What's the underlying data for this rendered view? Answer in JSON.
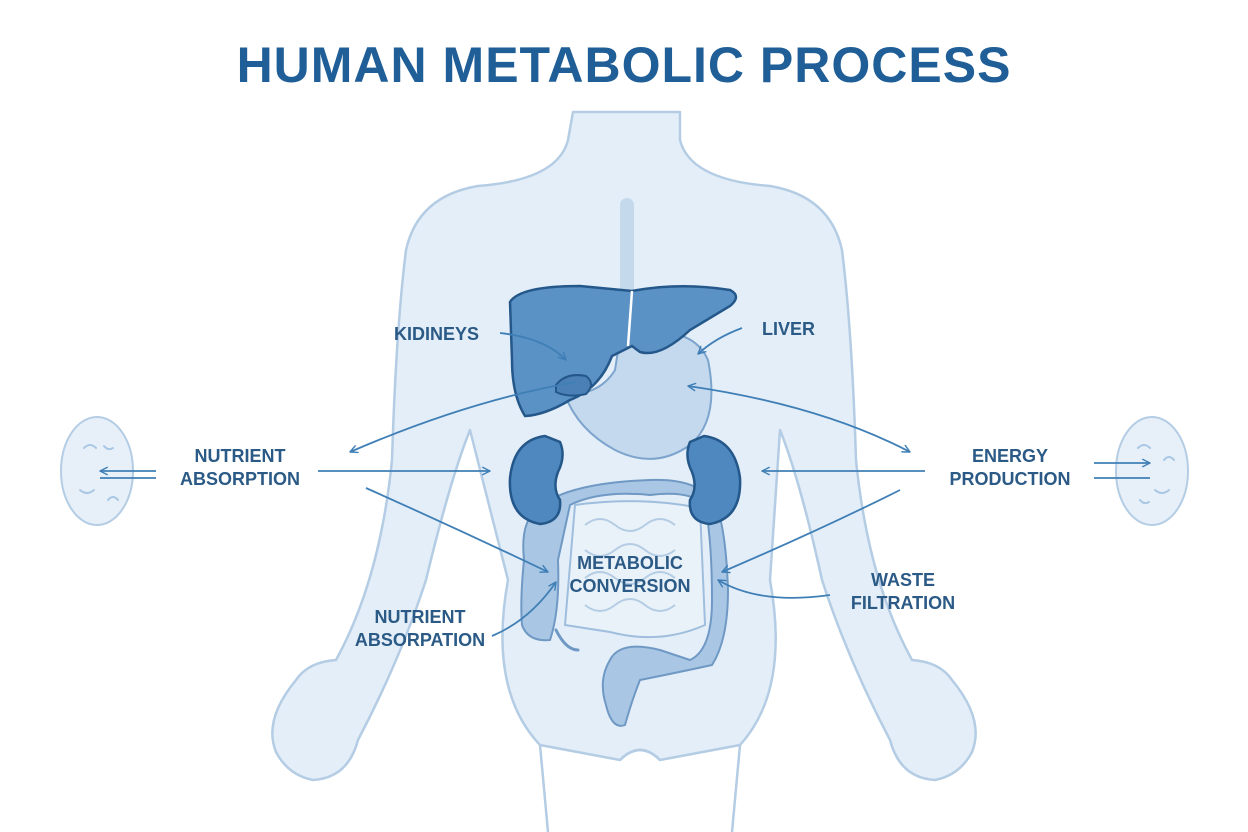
{
  "title": "HUMAN METABOLIC PROCESS",
  "labels": {
    "kidneys": "KIDINEYS",
    "liver": "LIVER",
    "nutrient_absorption": [
      "NUTRIENT",
      "ABSORPTION"
    ],
    "energy_production": [
      "ENERGY",
      "PRODUCTION"
    ],
    "metabolic_conversion": [
      "METABOLIC",
      "CONVERSION"
    ],
    "nutrient_absorpation": [
      "NUTRIENT",
      "ABSORPATION"
    ],
    "waste_filtration": [
      "WASTE",
      "FILTRATION"
    ]
  },
  "colors": {
    "title": "#1f5e96",
    "label": "#2a5a85",
    "body_fill": "#e4eef8",
    "body_stroke": "#b4cde4",
    "organ_dark": "#4e88be",
    "organ_stroke": "#24578a",
    "organ_light": "#a9c7e4",
    "arrow": "#3f7fb6"
  }
}
